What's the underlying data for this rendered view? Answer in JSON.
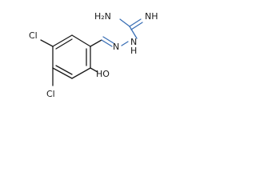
{
  "molecule": {
    "labels": {
      "nh2": "H₂N",
      "imine_nh": "NH",
      "n_double": "N",
      "nh_link": "N",
      "nh_link_h": "H",
      "cl_top": "Cl",
      "cl_bottom": "Cl",
      "oh": "HO"
    }
  },
  "colors": {
    "bond": "#1a1a1a",
    "highlight": "#3a6fb5"
  }
}
